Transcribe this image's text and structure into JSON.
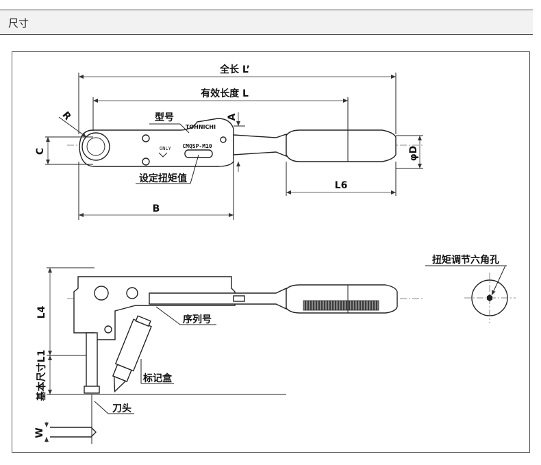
{
  "header": {
    "title": "尺寸"
  },
  "top_view": {
    "overall_length": "全长 L’",
    "effective_length": "有效长度 L",
    "model": "型号",
    "radius": "R",
    "c_dim": "C",
    "a_dim": "A",
    "b_dim": "B",
    "l6_dim": "L6",
    "d_dim": "φD",
    "set_torque": "设定扭矩值",
    "brand": "TOHNICHI",
    "model_code": "CMQSP-M10",
    "only_mark": "ONLY"
  },
  "side_view": {
    "l4_dim": "L4",
    "l1_dim": "基本尺寸L1",
    "w_dim": "W",
    "serial": "序列号",
    "marker_box": "标记盒",
    "blade": "刀头"
  },
  "end_view": {
    "adjust_hole": "扭矩调节六角孔"
  }
}
